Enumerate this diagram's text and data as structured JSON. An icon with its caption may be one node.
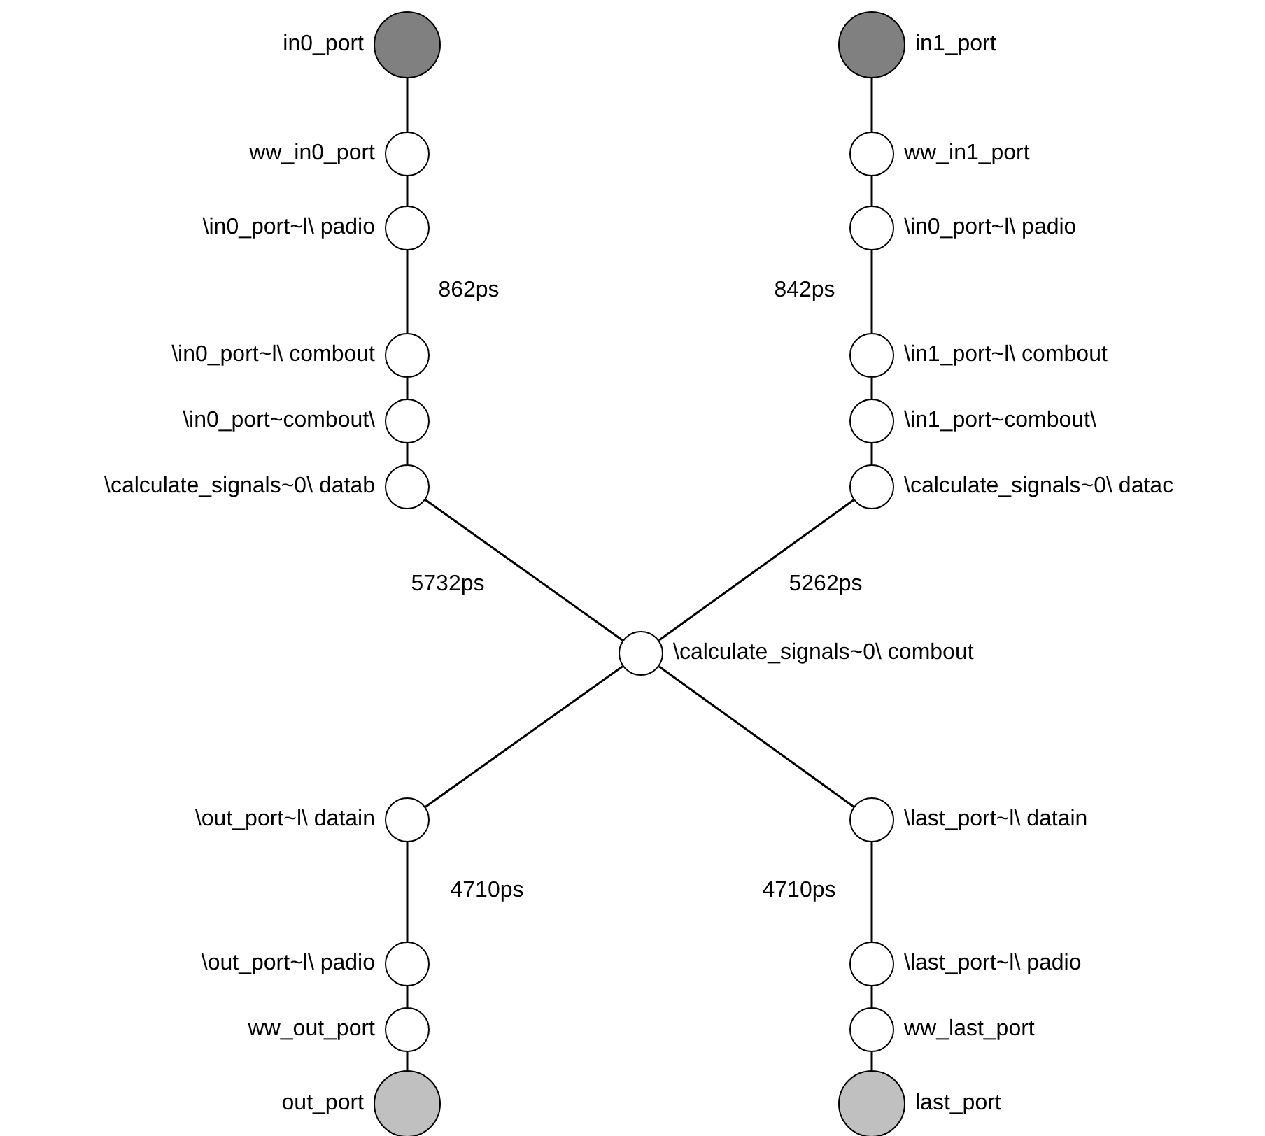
{
  "diagram": {
    "nodes": [
      {
        "text": [],
        "shape": "circle",
        "beside": [
          "in0_port"
        ]
      },
      {
        "text": [],
        "shape": "circle",
        "beside": [
          "in1_port"
        ]
      },
      {
        "text": [],
        "shape": "circle",
        "beside": [
          "ww_in0_port"
        ]
      },
      {
        "text": [],
        "shape": "circle",
        "beside": [
          "ww_in1_port"
        ]
      },
      {
        "text": [],
        "shape": "circle",
        "beside": [
          "\\in0_port~l\\ padio"
        ]
      },
      {
        "text": [],
        "shape": "circle",
        "beside": [
          "\\in0_port~l\\ padio"
        ]
      },
      {
        "text": [],
        "shape": "circle",
        "beside": [
          "\\in0_port~l\\ combout"
        ]
      },
      {
        "text": [],
        "shape": "circle",
        "beside": [
          "\\in1_port~l\\ combout"
        ]
      },
      {
        "text": [],
        "shape": "circle",
        "beside": [
          "\\in0_port~combout\\"
        ]
      },
      {
        "text": [],
        "shape": "circle",
        "beside": [
          "\\in1_port~combout\\"
        ]
      },
      {
        "text": [],
        "shape": "circle",
        "beside": [
          "\\calculate_signals~0\\ datab"
        ]
      },
      {
        "text": [],
        "shape": "circle",
        "beside": [
          "\\calculate_signals~0\\ datac"
        ]
      },
      {
        "text": [],
        "shape": "circle",
        "beside": [
          "\\calculate_signals~0\\ combout"
        ]
      },
      {
        "text": [],
        "shape": "circle",
        "beside": [
          "\\out_port~l\\ datain"
        ]
      },
      {
        "text": [],
        "shape": "circle",
        "beside": [
          "\\last_port~l\\ datain"
        ]
      },
      {
        "text": [],
        "shape": "circle",
        "beside": [
          "\\out_port~l\\ padio"
        ]
      },
      {
        "text": [],
        "shape": "circle",
        "beside": [
          "\\last_port~l\\ padio"
        ]
      },
      {
        "text": [],
        "shape": "circle",
        "beside": [
          "ww_out_port"
        ]
      },
      {
        "text": [],
        "shape": "circle",
        "beside": [
          "ww_last_port"
        ]
      },
      {
        "text": [],
        "shape": "circle",
        "beside": [
          "out_port"
        ]
      },
      {
        "text": [],
        "shape": "circle",
        "beside": [
          "last_port"
        ]
      }
    ],
    "edges": [
      {
        "from": 0,
        "to": 2,
        "arrow": "none"
      },
      {
        "from": 2,
        "to": 4,
        "arrow": "none"
      },
      {
        "from": 4,
        "to": 6,
        "arrow": "none",
        "label": "862ps"
      },
      {
        "from": 6,
        "to": 8,
        "arrow": "none"
      },
      {
        "from": 8,
        "to": 10,
        "arrow": "none"
      },
      {
        "from": 10,
        "to": 12,
        "arrow": "none",
        "label": "5732ps"
      },
      {
        "from": 1,
        "to": 3,
        "arrow": "none"
      },
      {
        "from": 3,
        "to": 5,
        "arrow": "none"
      },
      {
        "from": 5,
        "to": 7,
        "arrow": "none",
        "label": "842ps"
      },
      {
        "from": 7,
        "to": 9,
        "arrow": "none"
      },
      {
        "from": 9,
        "to": 11,
        "arrow": "none"
      },
      {
        "from": 11,
        "to": 12,
        "arrow": "none",
        "label": "5262ps"
      },
      {
        "from": 12,
        "to": 13,
        "arrow": "none"
      },
      {
        "from": 13,
        "to": 15,
        "arrow": "none",
        "label": "4710ps"
      },
      {
        "from": 15,
        "to": 17,
        "arrow": "none"
      },
      {
        "from": 17,
        "to": 19,
        "arrow": "none"
      },
      {
        "from": 12,
        "to": 14,
        "arrow": "none"
      },
      {
        "from": 14,
        "to": 16,
        "arrow": "none",
        "label": "4710ps"
      },
      {
        "from": 16,
        "to": 18,
        "arrow": "none"
      },
      {
        "from": 18,
        "to": 20,
        "arrow": "none"
      }
    ]
  }
}
